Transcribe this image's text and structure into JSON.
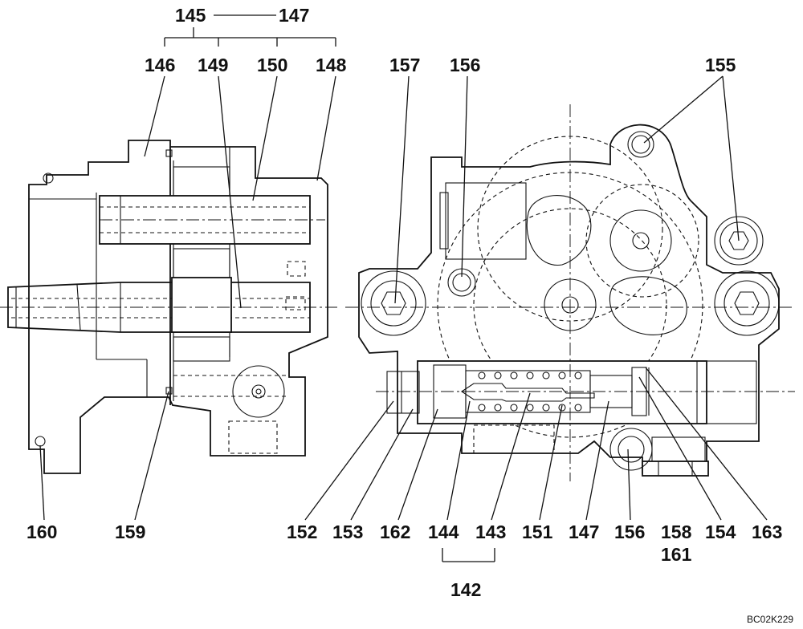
{
  "labels": {
    "n145": "145",
    "n147_top": "147",
    "n146": "146",
    "n149": "149",
    "n150": "150",
    "n148": "148",
    "n157": "157",
    "n156_top": "156",
    "n155": "155",
    "n160": "160",
    "n159": "159",
    "n152": "152",
    "n153": "153",
    "n162": "162",
    "n144": "144",
    "n143": "143",
    "n151": "151",
    "n147_bottom": "147",
    "n156_bottom": "156",
    "n158": "158",
    "n154": "154",
    "n163": "163",
    "n161": "161",
    "n142": "142"
  },
  "drawing_code": "BC02K229"
}
